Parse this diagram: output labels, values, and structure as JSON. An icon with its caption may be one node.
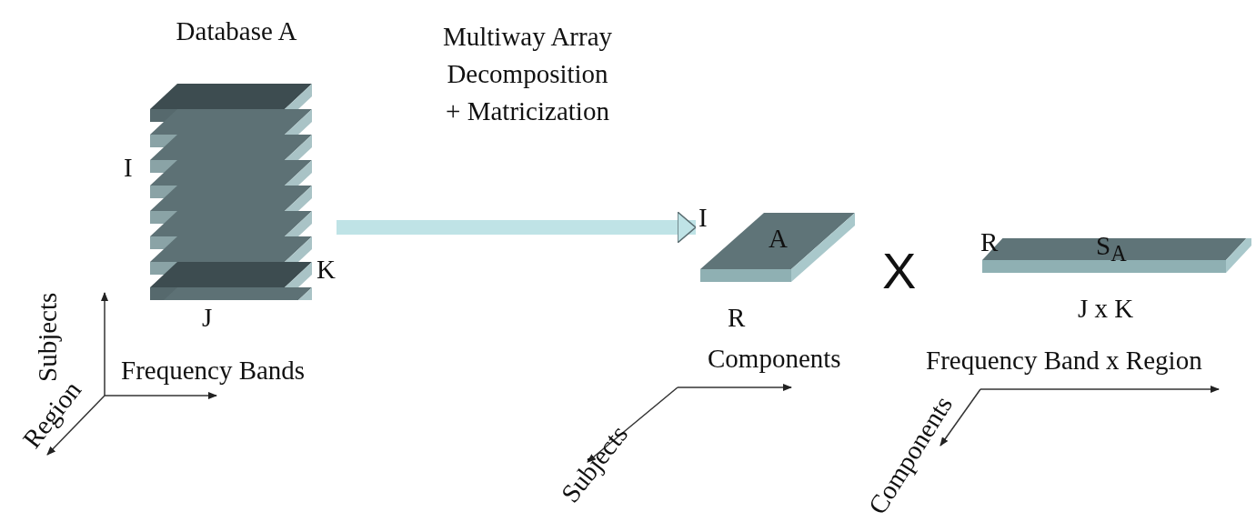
{
  "diagram": {
    "nodes": [
      {
        "text": [
          "Database A"
        ]
      },
      {
        "text": [
          "A"
        ]
      },
      {
        "text": [
          "S$_{A}$"
        ]
      }
    ],
    "edges": [
      {
        "from": 0,
        "to": 1,
        "arrow": "to",
        "label": "Multiway Array Decomposition + Matricization"
      }
    ],
    "labels": [
      "I",
      "K",
      "J",
      "Subjects",
      "Frequency Bands",
      "Region",
      "I",
      "X",
      "R",
      "R",
      "J x K",
      "Components",
      "Frequency Band x Region",
      "Subjects",
      "Components"
    ]
  }
}
